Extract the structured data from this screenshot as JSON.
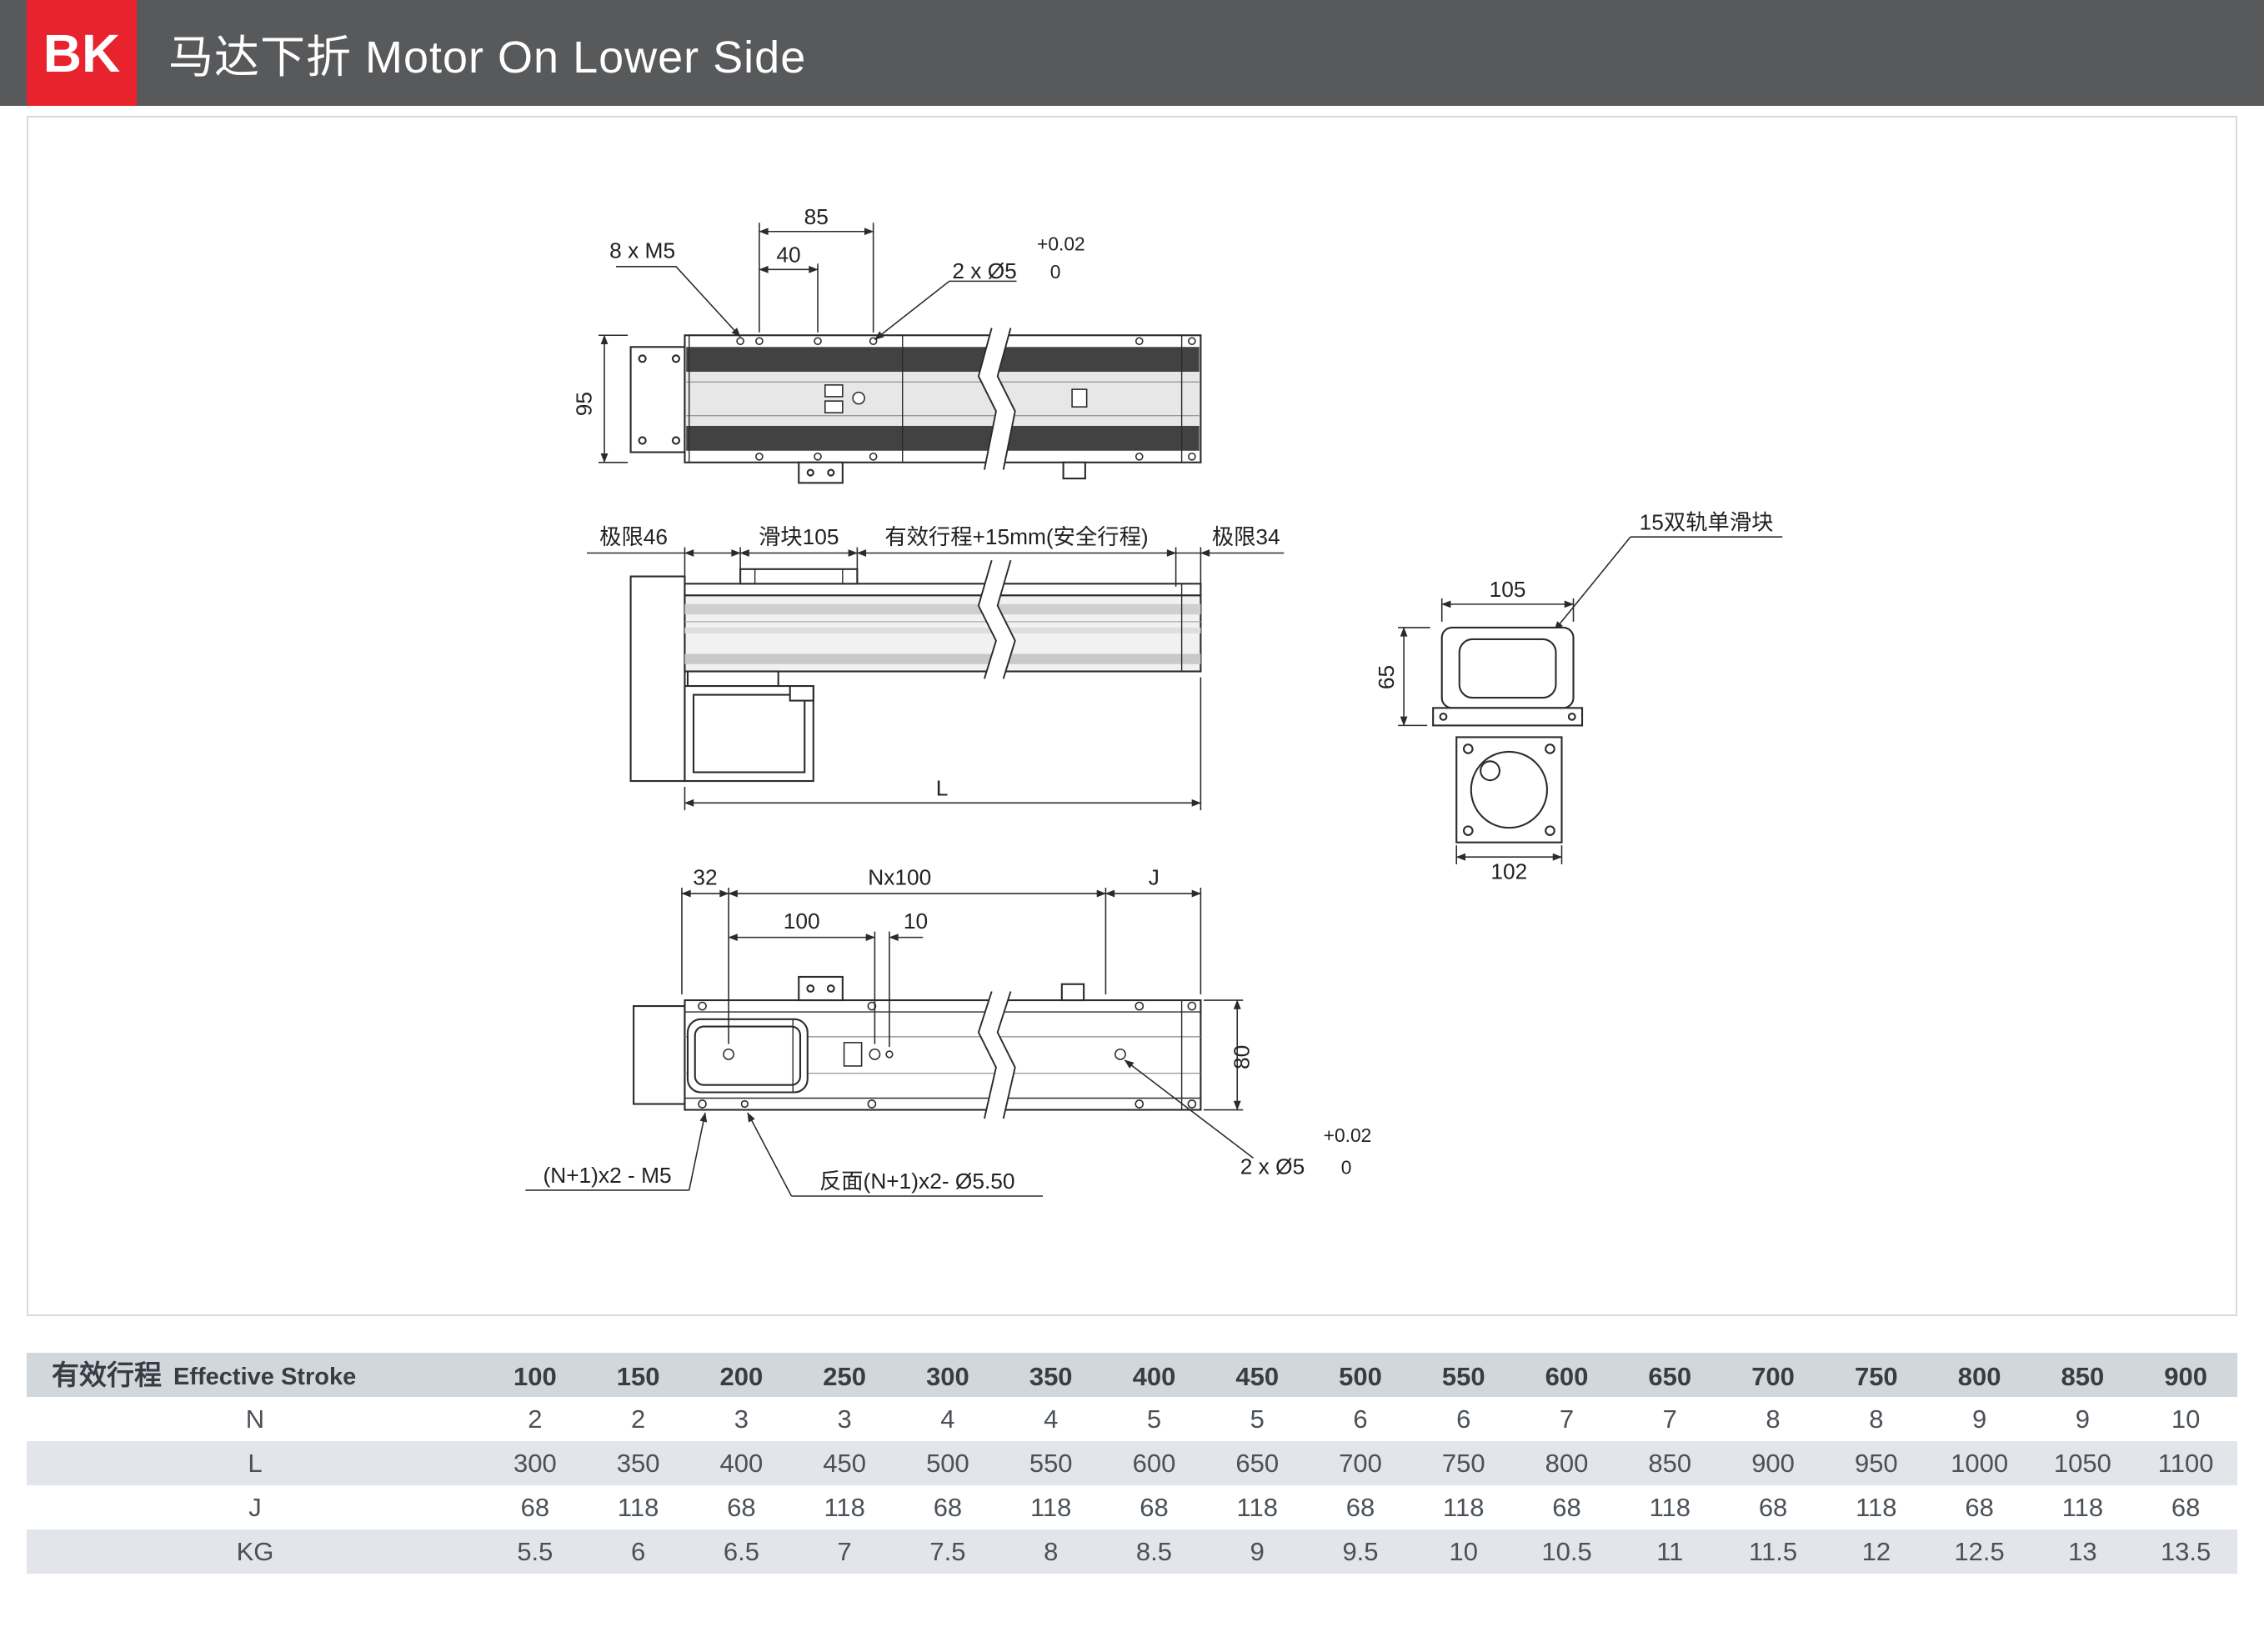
{
  "header": {
    "badge": "BK",
    "title": "马达下折 Motor On Lower Side"
  },
  "colors": {
    "accent_red": "#e8232e",
    "titlebar_gray": "#58595b",
    "table_header_bg": "#d2d7dc",
    "table_alt_bg": "#e2e5e9",
    "line_color": "#2b2b2b"
  },
  "drawing": {
    "top_view": {
      "label_8xM5": "8 x M5",
      "dim_85": "85",
      "dim_40": "40",
      "label_2xO5": "2 x Ø5",
      "tol_plus": "+0.02",
      "tol_zero": "0",
      "dim_95": "95"
    },
    "side_view": {
      "label_limit_left": "极限46",
      "label_slider": "滑块105",
      "label_stroke": "有效行程+15mm(安全行程)",
      "label_limit_right": "极限34",
      "dim_L": "L"
    },
    "section_view": {
      "label_rail": "15双轨单滑块",
      "dim_105": "105",
      "dim_65": "65",
      "dim_102": "102"
    },
    "bottom_view": {
      "dim_32": "32",
      "dim_Nx100": "Nx100",
      "dim_J": "J",
      "dim_100": "100",
      "dim_10": "10",
      "dim_80": "80",
      "label_M5": "(N+1)x2 - M5",
      "label_back": "反面(N+1)x2- Ø5.50",
      "label_2xO5": "2 x Ø5",
      "tol_plus": "+0.02",
      "tol_zero": "0"
    }
  },
  "table": {
    "header_label_cn": "有效行程",
    "header_label_en": "Effective Stroke",
    "strokes": [
      "100",
      "150",
      "200",
      "250",
      "300",
      "350",
      "400",
      "450",
      "500",
      "550",
      "600",
      "650",
      "700",
      "750",
      "800",
      "850",
      "900"
    ],
    "rows": [
      {
        "label": "N",
        "values": [
          "2",
          "2",
          "3",
          "3",
          "4",
          "4",
          "5",
          "5",
          "6",
          "6",
          "7",
          "7",
          "8",
          "8",
          "9",
          "9",
          "10"
        ]
      },
      {
        "label": "L",
        "values": [
          "300",
          "350",
          "400",
          "450",
          "500",
          "550",
          "600",
          "650",
          "700",
          "750",
          "800",
          "850",
          "900",
          "950",
          "1000",
          "1050",
          "1100"
        ]
      },
      {
        "label": "J",
        "values": [
          "68",
          "118",
          "68",
          "118",
          "68",
          "118",
          "68",
          "118",
          "68",
          "118",
          "68",
          "118",
          "68",
          "118",
          "68",
          "118",
          "68"
        ]
      },
      {
        "label": "KG",
        "values": [
          "5.5",
          "6",
          "6.5",
          "7",
          "7.5",
          "8",
          "8.5",
          "9",
          "9.5",
          "10",
          "10.5",
          "11",
          "11.5",
          "12",
          "12.5",
          "13",
          "13.5"
        ]
      }
    ]
  }
}
